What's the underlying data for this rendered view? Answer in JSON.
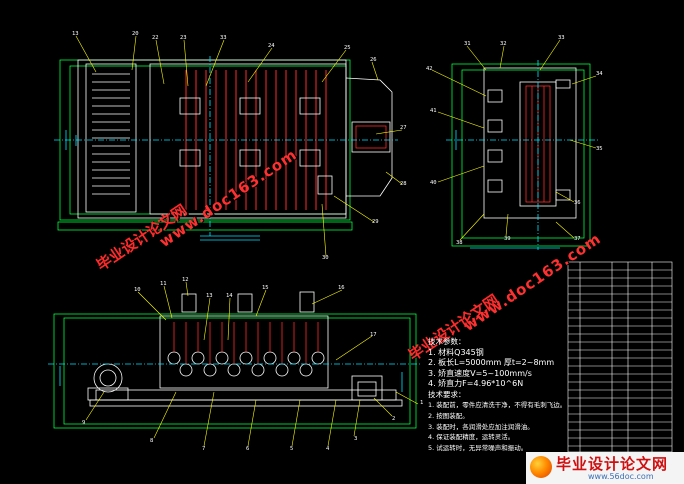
{
  "colors": {
    "background": "#000000",
    "outline": "#ffffff",
    "green": "#00ff3a",
    "red": "#ff2a2a",
    "cyan": "#00e5ff",
    "magenta": "#ff33ff",
    "yellow": "#ffff00",
    "blue": "#1e5bff"
  },
  "callouts": {
    "top_view": [
      "13",
      "20",
      "22",
      "23",
      "33",
      "24",
      "25",
      "26",
      "27",
      "28",
      "29",
      "30"
    ],
    "side_view": [
      "31",
      "32",
      "33",
      "34",
      "35",
      "36",
      "37",
      "38",
      "39",
      "40",
      "41",
      "42"
    ],
    "front_view": [
      "10",
      "11",
      "12",
      "13",
      "14",
      "15",
      "16",
      "17",
      "1",
      "2",
      "3",
      "4",
      "5",
      "6",
      "7",
      "8",
      "9"
    ]
  },
  "notes": {
    "heading": "技术参数：",
    "lines": [
      "1. 材料Q345钢",
      "2. 板长L=5000mm  厚t=2~8mm",
      "3. 矫直速度V=5~100mm/s",
      "4. 矫直力F=4.96*10^6N"
    ],
    "req_heading": "技术要求：",
    "reqs": [
      "1. 装配前，零件应清洗干净，不得有毛刺飞边。",
      "2. 按图装配。",
      "3. 装配时，各润滑处应加注润滑油。",
      "4. 保证装配精度，运转灵活。",
      "5. 试运转时，无异常噪声和振动。"
    ]
  },
  "watermarks": {
    "cn": "毕业设计论文网",
    "url": "www.doc163.com"
  },
  "logo": {
    "cn": "毕业设计论文网",
    "url": "www.56doc.com"
  }
}
